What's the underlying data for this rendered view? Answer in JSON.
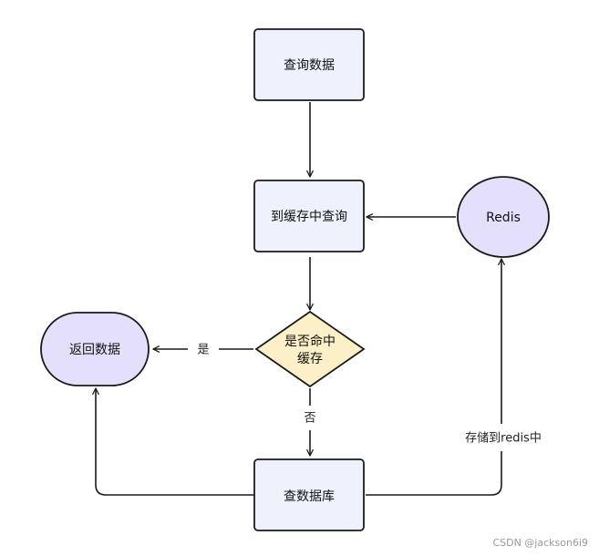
{
  "nodes": {
    "query_data": "查询数据",
    "cache_query": "到缓存中查询",
    "redis": "Redis",
    "cache_hit_line1": "是否命中",
    "cache_hit_line2": "缓存",
    "return_data": "返回数据",
    "query_db": "查数据库"
  },
  "edges": {
    "yes": "是",
    "no": "否",
    "store_redis": "存储到redis中"
  },
  "watermark": "CSDN @jackson6i9",
  "colors": {
    "box_fill": "#eef2fc",
    "ellipse_fill": "#e4e0fb",
    "diamond_fill": "#fdf0c8",
    "stroke": "#1a1a1a"
  }
}
